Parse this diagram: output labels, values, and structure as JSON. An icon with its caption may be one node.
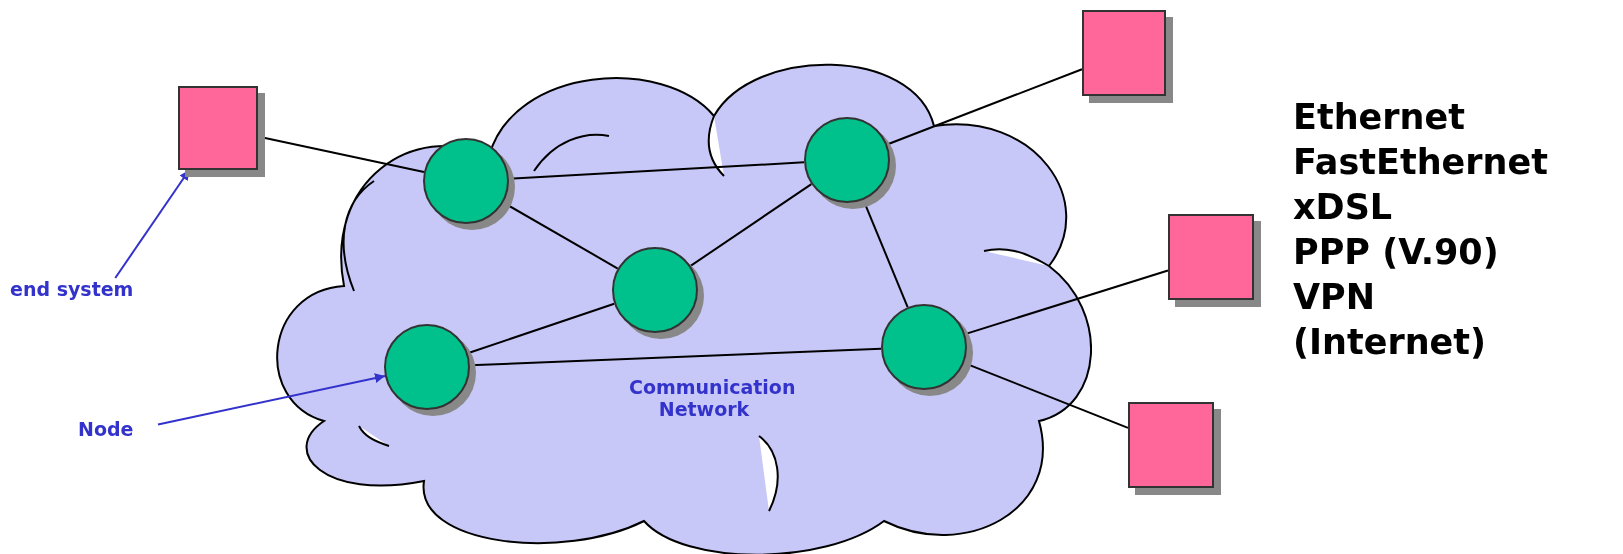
{
  "diagram": {
    "nodes": [
      {
        "text": [],
        "shape": "box"
      },
      {
        "text": [
          "Communication Network"
        ]
      },
      {
        "text": [],
        "shape": "circle",
        "in": 1
      },
      {
        "text": [],
        "shape": "circle",
        "in": 1
      },
      {
        "text": [],
        "shape": "circle",
        "in": 1
      },
      {
        "text": [],
        "shape": "circle",
        "in": 1
      },
      {
        "text": [],
        "shape": "circle",
        "in": 1
      },
      {
        "text": [],
        "shape": "box"
      },
      {
        "text": [],
        "shape": "box"
      },
      {
        "text": [],
        "shape": "box"
      },
      {
        "text": [
          "end system"
        ]
      },
      {
        "text": [
          "Node"
        ]
      }
    ],
    "edges": [
      {
        "from": 0,
        "to": 2,
        "arrow": "none"
      },
      {
        "from": 2,
        "to": 3,
        "arrow": "none"
      },
      {
        "from": 2,
        "to": 4,
        "arrow": "none"
      },
      {
        "from": 4,
        "to": 3,
        "arrow": "none"
      },
      {
        "from": 3,
        "to": 7,
        "arrow": "none"
      },
      {
        "from": 3,
        "to": 6,
        "arrow": "none"
      },
      {
        "from": 4,
        "to": 5,
        "arrow": "none"
      },
      {
        "from": 5,
        "to": 6,
        "arrow": "none"
      },
      {
        "from": 6,
        "to": 8,
        "arrow": "none"
      },
      {
        "from": 6,
        "to": 9,
        "arrow": "none"
      },
      {
        "from": 10,
        "to": 0,
        "arrow": "to",
        "color": "#3333cc"
      },
      {
        "from": 11,
        "to": 5,
        "arrow": "to",
        "color": "#3333cc"
      }
    ],
    "labels": [
      "Ethernet",
      "FastEthernet",
      "xDSL",
      "PPP (V.90)",
      "VPN",
      "(Internet)"
    ]
  }
}
